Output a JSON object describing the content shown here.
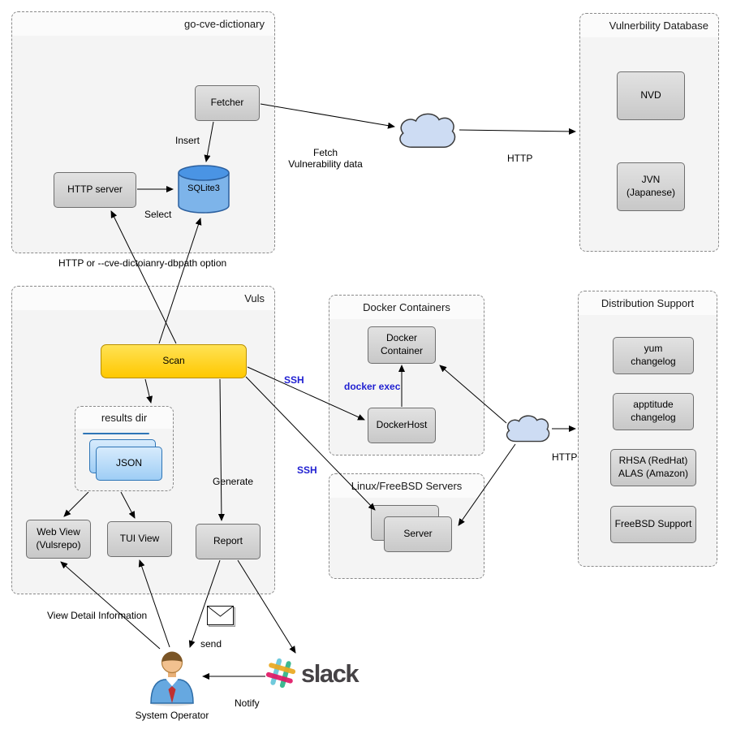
{
  "colors": {
    "scan_fill": "#ffc800",
    "node_fill": "#c8c8c8",
    "node_fill_top": "#e2e2e2",
    "json_fill": "#9ecdf5",
    "blue_label": "#1f1fd1",
    "cloud_fill": "#cddcf3",
    "cylinder_top": "#4a94e4",
    "cylinder_body": "#7db4ea"
  },
  "icons": {
    "mail": "✉",
    "cloud": "☁",
    "database": "🗄",
    "person": "👤",
    "slack_hash": "#"
  },
  "groups": {
    "go_cve_dictionary": "go-cve-dictionary",
    "vuln_db": "Vulnerbility Database",
    "vuls": "Vuls",
    "docker": "Docker Containers",
    "linux": "Linux/FreeBSD Servers",
    "dist": "Distribution Support",
    "results_dir": "results dir"
  },
  "nodes": {
    "fetcher": "Fetcher",
    "http_server": "HTTP server",
    "sqlite": "SQLite3",
    "nvd": "NVD",
    "jvn": "JVN\n(Japanese)",
    "scan": "Scan",
    "json": "JSON",
    "web_view": "Web View\n(Vulsrepo)",
    "tui_view": "TUI View",
    "report": "Report",
    "docker_container": "Docker\nContainer",
    "docker_host": "DockerHost",
    "server": "Server",
    "yum_changelog": "yum\nchangelog",
    "apt_changelog": "apptitude\nchangelog",
    "rhsa_alas": "RHSA (RedHat)\nALAS (Amazon)",
    "freebsd_support": "FreeBSD Support"
  },
  "labels": {
    "insert": "Insert",
    "select": "Select",
    "fetch_vuln": "Fetch\nVulnerability data",
    "http_top": "HTTP",
    "http_right": "HTTP",
    "dbpath_option": "HTTP or --cve-dictoianry-dbpath option",
    "ssh_docker": "SSH",
    "ssh_linux": "SSH",
    "docker_exec": "docker exec",
    "generate": "Generate",
    "send": "send",
    "notify": "Notify",
    "view_detail": "View Detail Information",
    "system_operator": "System Operator",
    "slack": "slack"
  }
}
